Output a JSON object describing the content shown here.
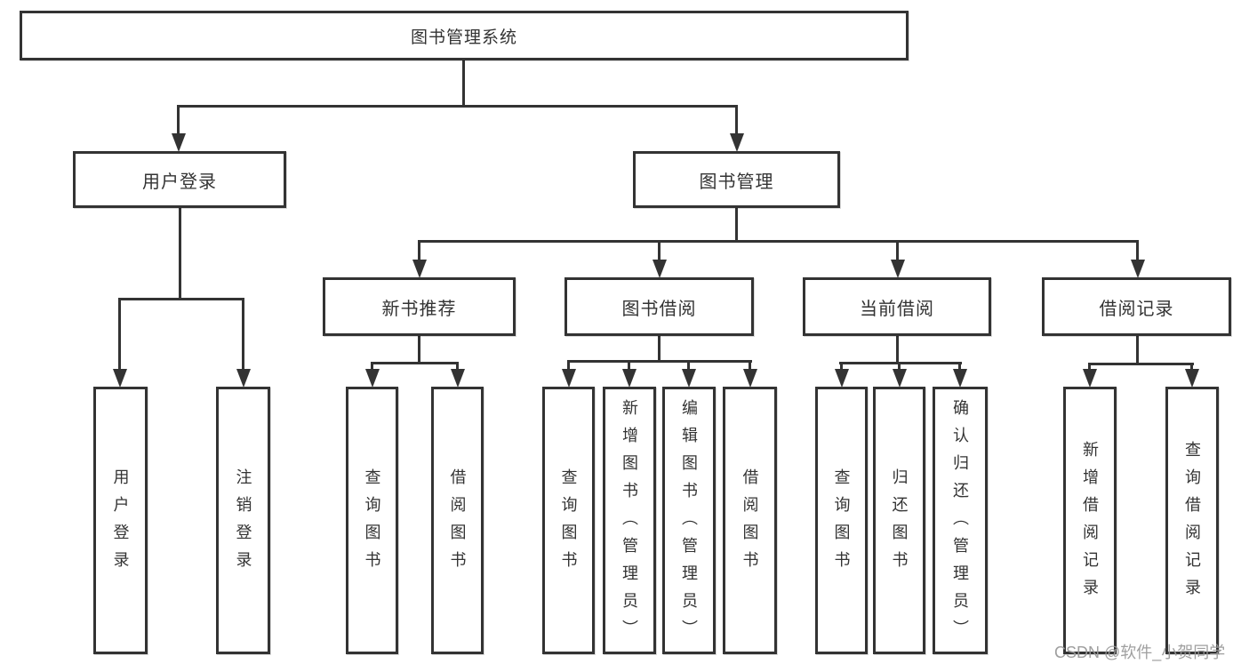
{
  "tree": {
    "label": "图书管理系统",
    "children": [
      {
        "label": "用户登录",
        "children": [
          {
            "label": "用户登录"
          },
          {
            "label": "注销登录"
          }
        ]
      },
      {
        "label": "图书管理",
        "children": [
          {
            "label": "新书推荐",
            "children": [
              {
                "label": "查询图书"
              },
              {
                "label": "借阅图书"
              }
            ]
          },
          {
            "label": "图书借阅",
            "children": [
              {
                "label": "查询图书"
              },
              {
                "label": "新增图书（管理员）"
              },
              {
                "label": "编辑图书（管理员）"
              },
              {
                "label": "借阅图书"
              }
            ]
          },
          {
            "label": "当前借阅",
            "children": [
              {
                "label": "查询图书"
              },
              {
                "label": "归还图书"
              },
              {
                "label": "确认归还（管理员）"
              }
            ]
          },
          {
            "label": "借阅记录",
            "children": [
              {
                "label": "新增借阅记录"
              },
              {
                "label": "查询借阅记录"
              }
            ]
          }
        ]
      }
    ]
  },
  "watermark": {
    "text": "CSDN @软件_小贺同学"
  },
  "colors": {
    "line": "#333333",
    "box_border": "#333333",
    "text": "#333333",
    "background": "#ffffff",
    "watermark": "#9a9a9a"
  }
}
